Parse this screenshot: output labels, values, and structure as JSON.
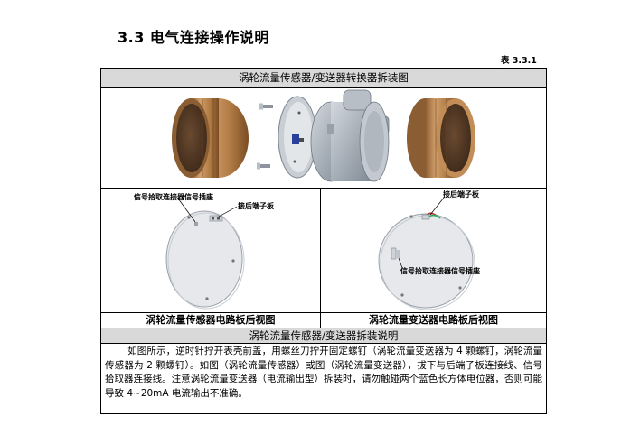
{
  "section": {
    "title": "3.3 电气连接操作说明"
  },
  "table": {
    "number": "表 3.3.1",
    "header": "涡轮流量传感器/变送器转换器拆装图",
    "boards": {
      "left_label_signal": "信号拾取连接器信号插座",
      "left_label_terminal": "接后端子板",
      "right_label_terminal": "接后端子板",
      "right_label_signal": "信号拾取连接器信号插座"
    },
    "captions": {
      "left": "涡轮流量传感器电路板后视图",
      "right": "涡轮流量变送器电路板后视图"
    },
    "instructions_header": "涡轮流量传感器/变送器拆装说明",
    "instructions_text": "如图所示，逆时针拧开表壳前盖，用螺丝刀拧开固定螺钉（涡轮流量变送器为 4 颗螺钉，涡轮流量传感器为 2 颗螺钉）。如图（涡轮流量传感器）或图（涡轮流量变送器），拔下与后端子板连接线、信号拾取器连接线。注意涡轮流量变送器（电流输出型）拆装时，请勿触碰两个蓝色长方体电位器，否则可能导致 4~20mA 电流输出不准确。"
  },
  "colors": {
    "header_fill": "#d9d9d9",
    "bronze_cap": "#b88550",
    "board_fill": "#e6e8eb",
    "housing": "#a9b0b9"
  }
}
